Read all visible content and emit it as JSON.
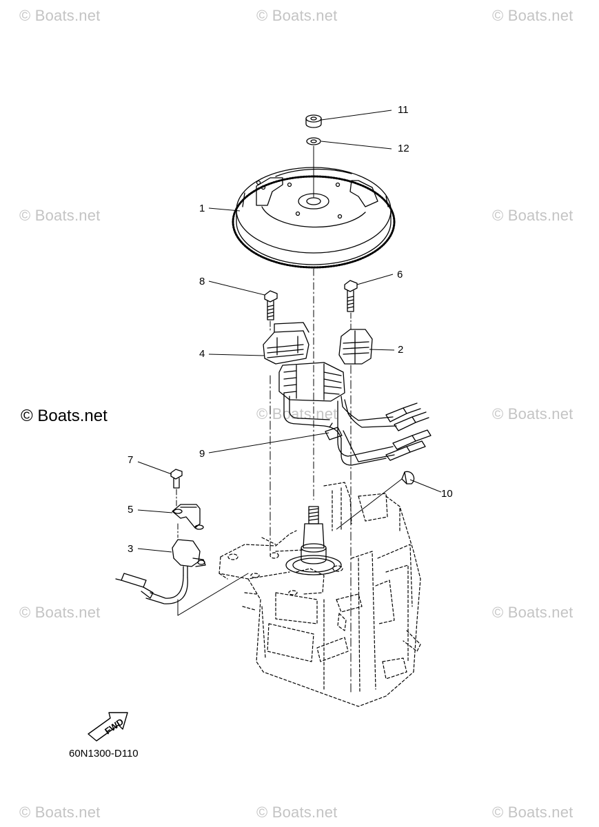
{
  "watermark": {
    "text": "© Boats.net",
    "prominent_text": "© Boats.net"
  },
  "callouts": {
    "c1": "1",
    "c2": "2",
    "c3": "3",
    "c4": "4",
    "c5": "5",
    "c6": "6",
    "c7": "7",
    "c8": "8",
    "c9": "9",
    "c10": "10",
    "c11": "11",
    "c12": "12"
  },
  "direction_label": "FWD",
  "drawing_code": "60N1300-D110"
}
